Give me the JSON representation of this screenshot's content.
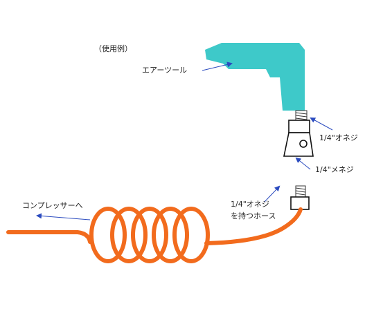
{
  "title": "（使用例）",
  "labels": {
    "air_tool": "エアーツール",
    "male_thread_top": "1/4\"オネジ",
    "female_thread": "1/4\"メネジ",
    "hose_line1": "1/4\"オネジ",
    "hose_line2": "を持つホース",
    "to_compressor": "コンプレッサーへ"
  },
  "colors": {
    "tool": "#3ec9c9",
    "hose": "#f26b1d",
    "arrow": "#2b4bbf",
    "outline": "#111111"
  }
}
